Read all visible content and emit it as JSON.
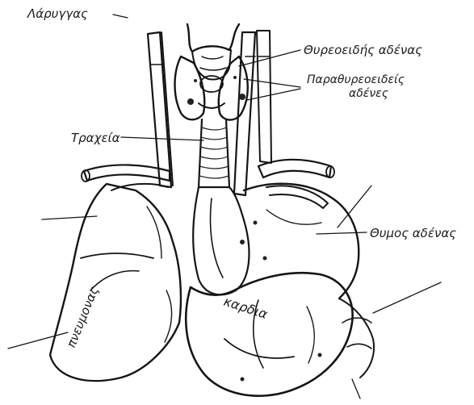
{
  "labels": {
    "larynx": "Λάρυγγας",
    "thyroid": "Θυρεοειδής αδένας",
    "parathyroid_line1": "Παραθυρεοειδείς",
    "parathyroid_line2": "αδένες",
    "trachea": "Τραχεία",
    "thymus": "Θυμος αδένας",
    "lung": "πνευμονας",
    "heart": "καρδια"
  },
  "colors": {
    "ink": "#151515",
    "background": "#ffffff"
  }
}
